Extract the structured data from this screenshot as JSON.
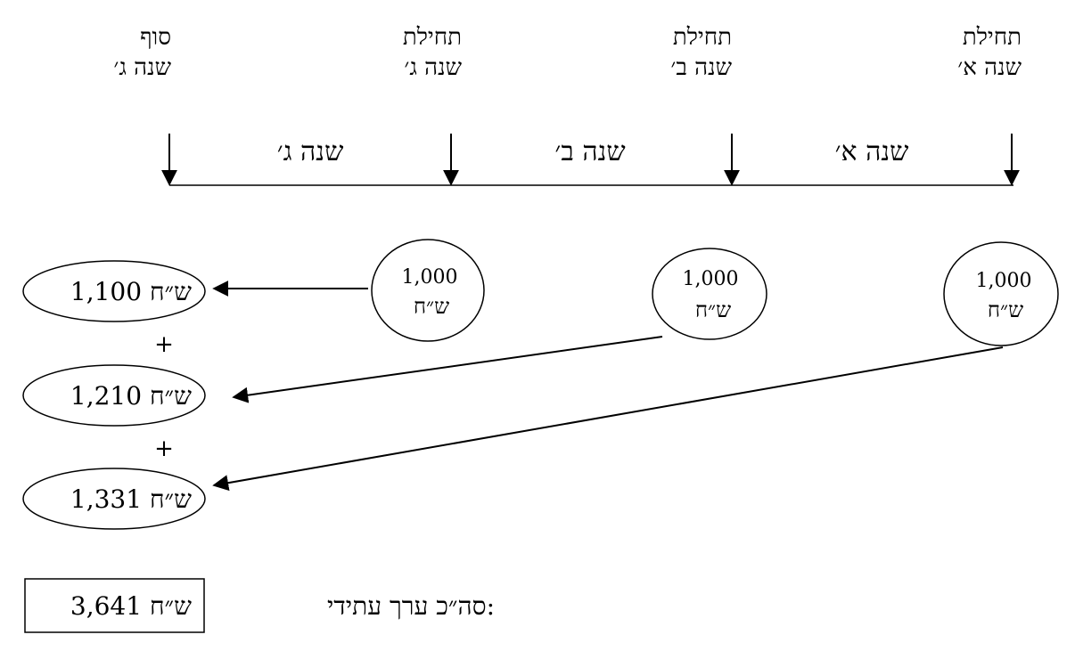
{
  "points": [
    {
      "line1": "סוף",
      "line2": "שנה ג׳"
    },
    {
      "line1": "תחילת",
      "line2": "שנה ג׳"
    },
    {
      "line1": "תחילת",
      "line2": "שנה ב׳"
    },
    {
      "line1": "תחילת",
      "line2": "שנה א׳"
    }
  ],
  "years": [
    "שנה ג׳",
    "שנה ב׳",
    "שנה א׳"
  ],
  "deposits": [
    {
      "amount": "1,000",
      "unit": "ש״ח"
    },
    {
      "amount": "1,000",
      "unit": "ש״ח"
    },
    {
      "amount": "1,000",
      "unit": "ש״ח"
    }
  ],
  "results": [
    "1,100 ש״ח",
    "1,210 ש״ח",
    "1,331 ש״ח"
  ],
  "plus": "+",
  "total": {
    "label": "סה״כ ערך עתידי:",
    "value": "3,641 ש״ח"
  }
}
